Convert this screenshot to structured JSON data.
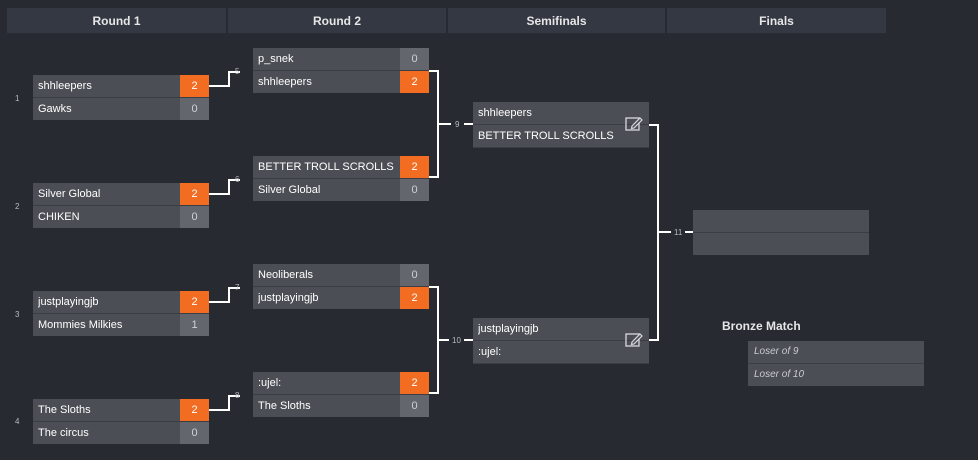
{
  "rounds": [
    "Round 1",
    "Round 2",
    "Semifinals",
    "Finals"
  ],
  "round1": [
    {
      "seed": "1",
      "teams": [
        {
          "name": "shhleepers",
          "score": "2",
          "win": true
        },
        {
          "name": "Gawks",
          "score": "0",
          "win": false
        }
      ]
    },
    {
      "seed": "2",
      "teams": [
        {
          "name": "Silver Global",
          "score": "2",
          "win": true
        },
        {
          "name": "CHIKEN",
          "score": "0",
          "win": false
        }
      ]
    },
    {
      "seed": "3",
      "teams": [
        {
          "name": "justplayingjb",
          "score": "2",
          "win": true
        },
        {
          "name": "Mommies Milkies",
          "score": "1",
          "win": false
        }
      ]
    },
    {
      "seed": "4",
      "teams": [
        {
          "name": "The Sloths",
          "score": "2",
          "win": true
        },
        {
          "name": "The circus",
          "score": "0",
          "win": false
        }
      ]
    }
  ],
  "round2": [
    {
      "number": "5",
      "teams": [
        {
          "name": "p_snek",
          "score": "0",
          "win": false
        },
        {
          "name": "shhleepers",
          "score": "2",
          "win": true
        }
      ]
    },
    {
      "number": "6",
      "teams": [
        {
          "name": "BETTER TROLL SCROLLS",
          "score": "2",
          "win": true
        },
        {
          "name": "Silver Global",
          "score": "0",
          "win": false
        }
      ]
    },
    {
      "number": "7",
      "teams": [
        {
          "name": "Neoliberals",
          "score": "0",
          "win": false
        },
        {
          "name": "justplayingjb",
          "score": "2",
          "win": true
        }
      ]
    },
    {
      "number": "8",
      "teams": [
        {
          "name": ":ujel:",
          "score": "2",
          "win": true
        },
        {
          "name": "The Sloths",
          "score": "0",
          "win": false
        }
      ]
    }
  ],
  "semis": [
    {
      "number": "9",
      "teams": [
        {
          "name": "shhleepers"
        },
        {
          "name": "BETTER TROLL SCROLLS"
        }
      ]
    },
    {
      "number": "10",
      "teams": [
        {
          "name": "justplayingjb"
        },
        {
          "name": ":ujel:"
        }
      ]
    }
  ],
  "finals": {
    "number": "11",
    "teams": [
      {
        "name": ""
      },
      {
        "name": ""
      }
    ]
  },
  "bronze": {
    "title": "Bronze Match",
    "slots": [
      "Loser of 9",
      "Loser of 10"
    ]
  },
  "colors": {
    "background": "#272a31",
    "header": "#343843",
    "slot": "#4b4e54",
    "score": "#63666c",
    "win": "#f26c22"
  },
  "icons": {
    "edit": "pencil-edit-icon"
  }
}
